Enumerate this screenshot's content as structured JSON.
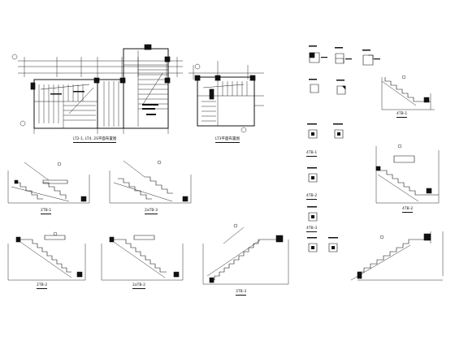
{
  "sheet": {
    "plan_labels": {
      "plan_a": "LT2-1, LT4, 2S平面布置图",
      "plan_b": "LT3平面布置图"
    },
    "section_labels": {
      "stair_1": "2TB-1",
      "stair_2": "2aTB-3",
      "stair_3": "2TB-2",
      "stair_4": "2aTB-2",
      "stair_5": "3TB-3",
      "stair_6": "4TB-1",
      "stair_7": "4TB-2"
    },
    "detail_labels": {
      "d1": "4TB-1",
      "d2": "4TB-2",
      "d3": "4TB-3"
    }
  }
}
